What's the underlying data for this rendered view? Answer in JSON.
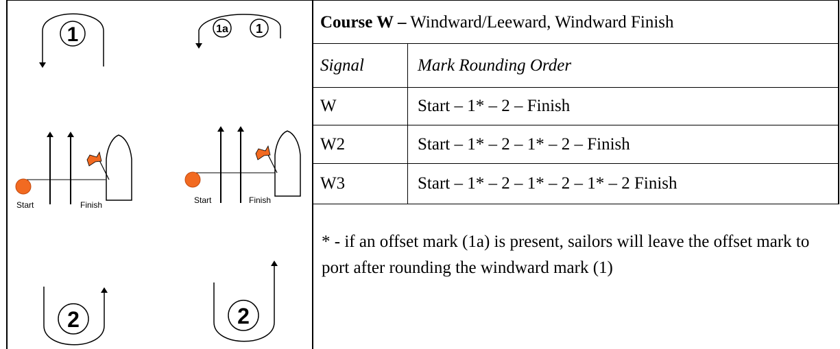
{
  "diagram": {
    "mark_top_left": "1",
    "mark_top_right_offset": "1a",
    "mark_top_right": "1",
    "mark_bottom_left": "2",
    "mark_bottom_right": "2",
    "start_label_left": "Start",
    "finish_label_left": "Finish",
    "start_label_right": "Start",
    "finish_label_right": "Finish",
    "pin_color": "#f26a21",
    "flag_color": "#f26a21"
  },
  "course": {
    "title_bold": "Course W –",
    "title_rest": " Windward/Leeward, Windward Finish",
    "header_signal": "Signal",
    "header_order": "Mark Rounding Order",
    "rows": [
      {
        "signal": "W",
        "order": "Start – 1* – 2 – Finish"
      },
      {
        "signal": "W2",
        "order": "Start – 1* – 2 – 1* – 2 – Finish"
      },
      {
        "signal": "W3",
        "order": "Start – 1* – 2 – 1* – 2 – 1* – 2 Finish"
      }
    ],
    "note": "* - if an offset mark (1a) is present, sailors will leave the offset mark to port after rounding the windward mark (1)"
  }
}
